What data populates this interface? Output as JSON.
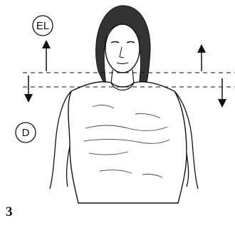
{
  "labels": {
    "elevation": "EL",
    "depression": "D"
  },
  "figure_number": "3",
  "icons": {
    "up_arrow": "arrow-up-icon",
    "down_arrow": "arrow-down-icon"
  }
}
